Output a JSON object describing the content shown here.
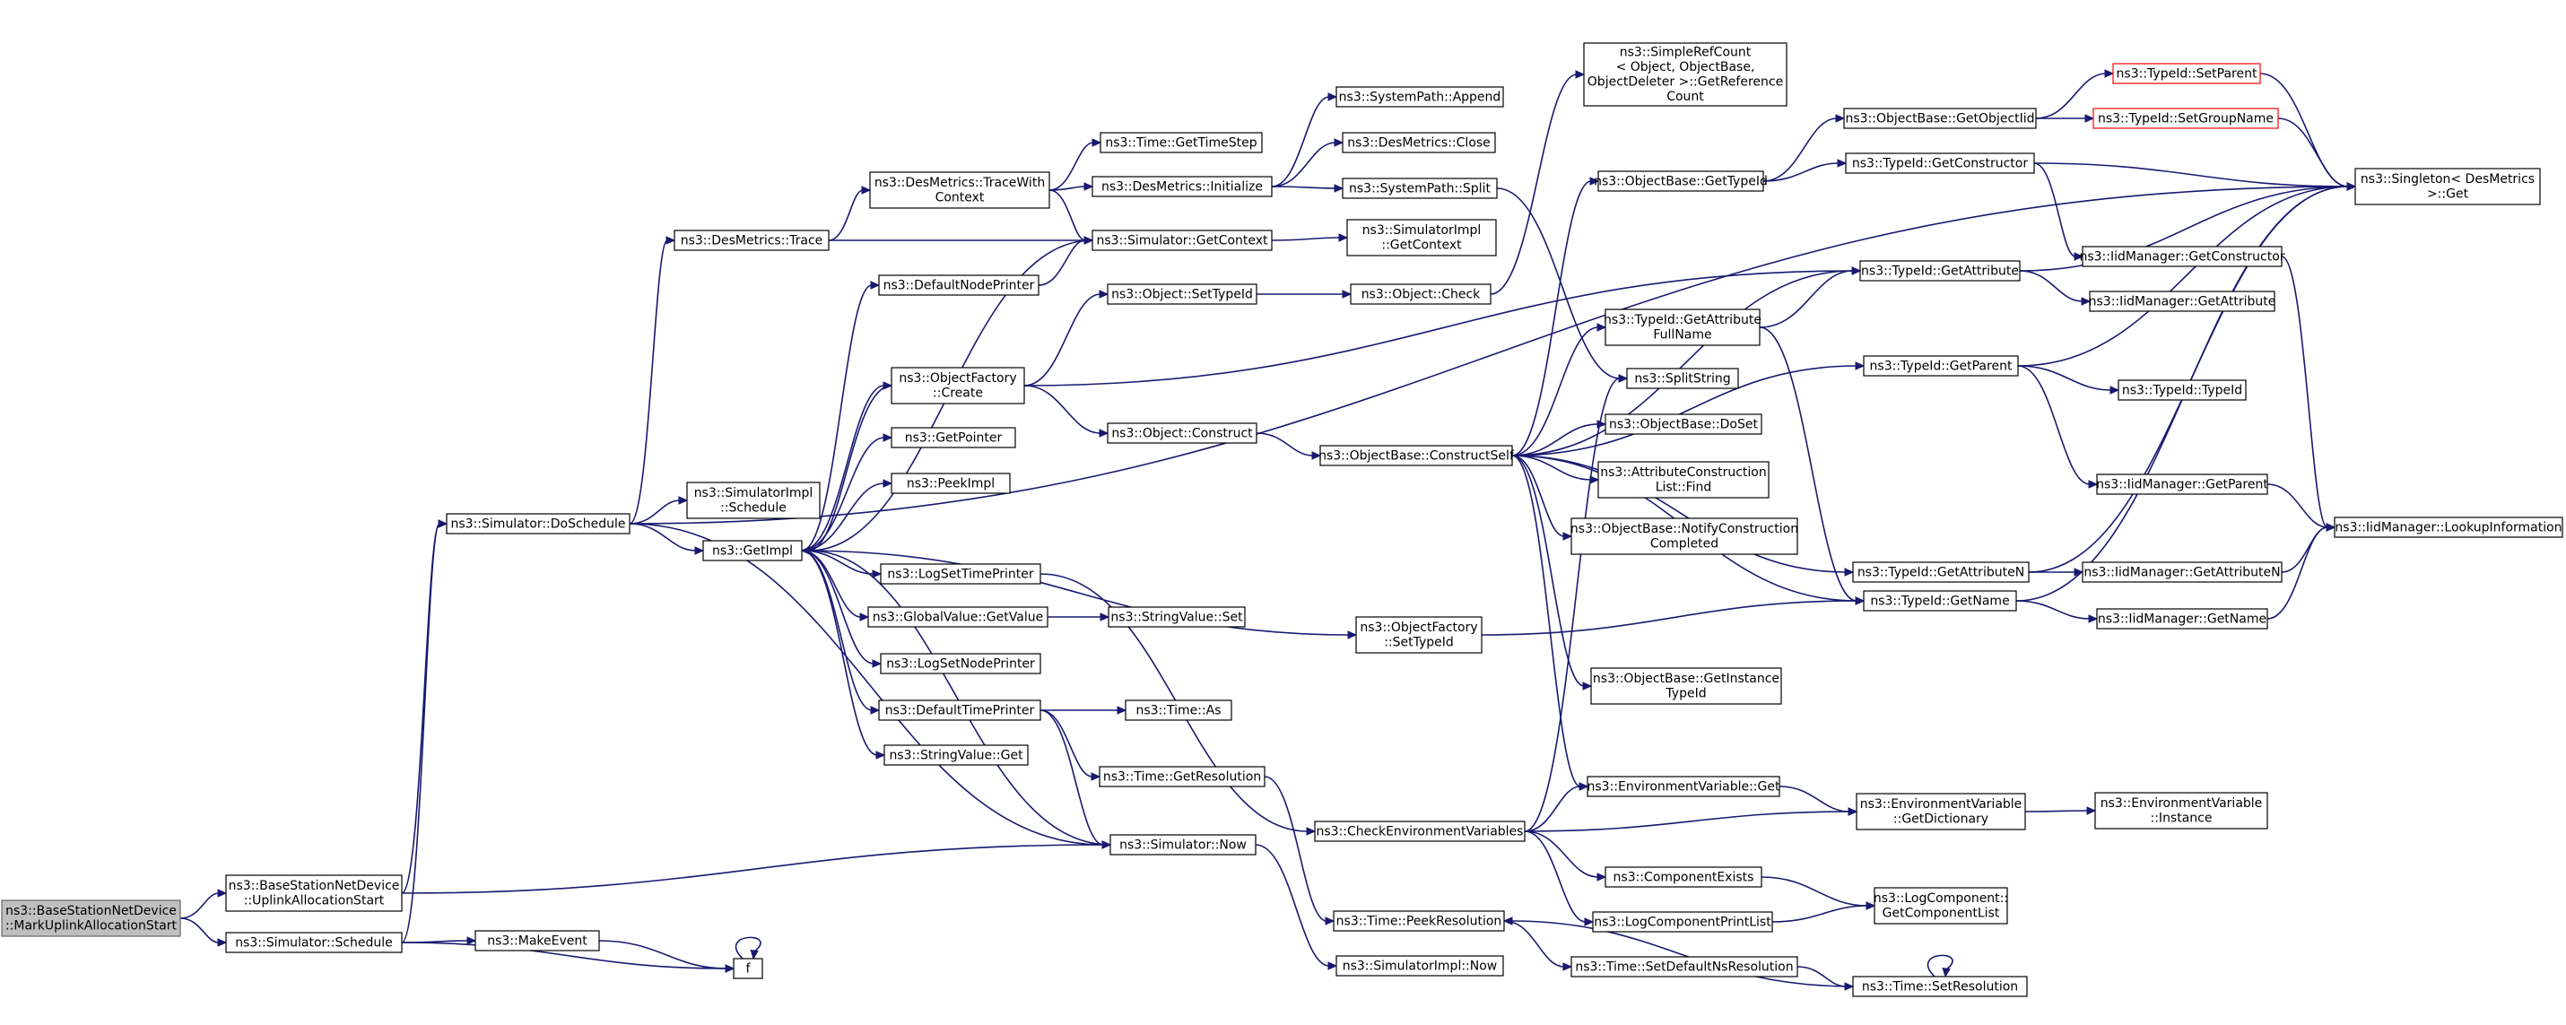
{
  "graph": {
    "colors": {
      "edge": "#191970",
      "border": "#000000",
      "highlight": "#ff0000",
      "root_fill": "#bfbfbf"
    },
    "nodes": [
      {
        "id": "root",
        "lines": [
          "ns3::BaseStationNetDevice",
          "::MarkUplinkAllocationStart"
        ],
        "style": "root"
      },
      {
        "id": "ulstart",
        "lines": [
          "ns3::BaseStationNetDevice",
          "::UplinkAllocationStart"
        ]
      },
      {
        "id": "simsched",
        "lines": [
          "ns3::Simulator::Schedule"
        ]
      },
      {
        "id": "makeevent",
        "lines": [
          "ns3::MakeEvent"
        ]
      },
      {
        "id": "f",
        "lines": [
          "f"
        ]
      },
      {
        "id": "doschedule",
        "lines": [
          "ns3::Simulator::DoSchedule"
        ]
      },
      {
        "id": "desmtrace",
        "lines": [
          "ns3::DesMetrics::Trace"
        ]
      },
      {
        "id": "simimplsched",
        "lines": [
          "ns3::SimulatorImpl",
          "::Schedule"
        ]
      },
      {
        "id": "getimpl",
        "lines": [
          "ns3::GetImpl"
        ]
      },
      {
        "id": "tracewithctx",
        "lines": [
          "ns3::DesMetrics::TraceWith",
          "Context"
        ]
      },
      {
        "id": "getcontext",
        "lines": [
          "ns3::Simulator::GetContext"
        ]
      },
      {
        "id": "timestep",
        "lines": [
          "ns3::Time::GetTimeStep"
        ]
      },
      {
        "id": "desinit",
        "lines": [
          "ns3::DesMetrics::Initialize"
        ]
      },
      {
        "id": "sysappend",
        "lines": [
          "ns3::SystemPath::Append"
        ]
      },
      {
        "id": "desclose",
        "lines": [
          "ns3::DesMetrics::Close"
        ]
      },
      {
        "id": "syssplit",
        "lines": [
          "ns3::SystemPath::Split"
        ]
      },
      {
        "id": "simimplctx",
        "lines": [
          "ns3::SimulatorImpl",
          "::GetContext"
        ]
      },
      {
        "id": "defnodeprinter",
        "lines": [
          "ns3::DefaultNodePrinter"
        ]
      },
      {
        "id": "setypeid",
        "lines": [
          "ns3::Object::SetTypeId"
        ]
      },
      {
        "id": "objcheck",
        "lines": [
          "ns3::Object::Check"
        ]
      },
      {
        "id": "objfactcreate",
        "lines": [
          "ns3::ObjectFactory",
          "::Create"
        ]
      },
      {
        "id": "objconstruct",
        "lines": [
          "ns3::Object::Construct"
        ]
      },
      {
        "id": "getpointer",
        "lines": [
          "ns3::GetPointer"
        ]
      },
      {
        "id": "peekimpl",
        "lines": [
          "ns3::PeekImpl"
        ]
      },
      {
        "id": "logsettime",
        "lines": [
          "ns3::LogSetTimePrinter"
        ]
      },
      {
        "id": "gvgetvalue",
        "lines": [
          "ns3::GlobalValue::GetValue"
        ]
      },
      {
        "id": "strvalset",
        "lines": [
          "ns3::StringValue::Set"
        ]
      },
      {
        "id": "logsetnode",
        "lines": [
          "ns3::LogSetNodePrinter"
        ]
      },
      {
        "id": "deftimeprinter",
        "lines": [
          "ns3::DefaultTimePrinter"
        ]
      },
      {
        "id": "timeas",
        "lines": [
          "ns3::Time::As"
        ]
      },
      {
        "id": "strvalget",
        "lines": [
          "ns3::StringValue::Get"
        ]
      },
      {
        "id": "getresolution",
        "lines": [
          "ns3::Time::GetResolution"
        ]
      },
      {
        "id": "simnow",
        "lines": [
          "ns3::Simulator::Now"
        ]
      },
      {
        "id": "simimplnow",
        "lines": [
          "ns3::SimulatorImpl::Now"
        ]
      },
      {
        "id": "peekres",
        "lines": [
          "ns3::Time::PeekResolution"
        ]
      },
      {
        "id": "checkenv",
        "lines": [
          "ns3::CheckEnvironmentVariables"
        ]
      },
      {
        "id": "objfactsettid",
        "lines": [
          "ns3::ObjectFactory",
          "::SetTypeId"
        ]
      },
      {
        "id": "simplerefcount",
        "lines": [
          "ns3::SimpleRefCount",
          "< Object, ObjectBase,",
          "ObjectDeleter >::GetReference",
          "Count"
        ]
      },
      {
        "id": "obgettid",
        "lines": [
          "ns3::ObjectBase::GetTypeId"
        ]
      },
      {
        "id": "tidgetattrfull",
        "lines": [
          "ns3::TypeId::GetAttribute",
          "FullName"
        ]
      },
      {
        "id": "splitstring",
        "lines": [
          "ns3::SplitString"
        ]
      },
      {
        "id": "constructself",
        "lines": [
          "ns3::ObjectBase::ConstructSelf"
        ]
      },
      {
        "id": "obdoset",
        "lines": [
          "ns3::ObjectBase::DoSet"
        ]
      },
      {
        "id": "acfind",
        "lines": [
          "ns3::AttributeConstruction",
          "List::Find"
        ]
      },
      {
        "id": "notifyconst",
        "lines": [
          "ns3::ObjectBase::NotifyConstruction",
          "Completed"
        ]
      },
      {
        "id": "getinsttid",
        "lines": [
          "ns3::ObjectBase::GetInstance",
          "TypeId"
        ]
      },
      {
        "id": "envget",
        "lines": [
          "ns3::EnvironmentVariable::Get"
        ]
      },
      {
        "id": "compexists",
        "lines": [
          "ns3::ComponentExists"
        ]
      },
      {
        "id": "logcompprint",
        "lines": [
          "ns3::LogComponentPrintList"
        ]
      },
      {
        "id": "setdefns",
        "lines": [
          "ns3::Time::SetDefaultNsResolution"
        ]
      },
      {
        "id": "getobjectiid",
        "lines": [
          "ns3::ObjectBase::GetObjectIid"
        ]
      },
      {
        "id": "tidgetctor",
        "lines": [
          "ns3::TypeId::GetConstructor"
        ]
      },
      {
        "id": "tidgetattr",
        "lines": [
          "ns3::TypeId::GetAttribute"
        ]
      },
      {
        "id": "tidgetparent",
        "lines": [
          "ns3::TypeId::GetParent"
        ]
      },
      {
        "id": "tidgetattrn",
        "lines": [
          "ns3::TypeId::GetAttributeN"
        ]
      },
      {
        "id": "tidgetname",
        "lines": [
          "ns3::TypeId::GetName"
        ]
      },
      {
        "id": "envgetdict",
        "lines": [
          "ns3::EnvironmentVariable",
          "::GetDictionary"
        ]
      },
      {
        "id": "logcompgetlist",
        "lines": [
          "ns3::LogComponent::",
          "GetComponentList"
        ]
      },
      {
        "id": "timesetres",
        "lines": [
          "ns3::Time::SetResolution"
        ]
      },
      {
        "id": "tidsetparent",
        "lines": [
          "ns3::TypeId::SetParent"
        ],
        "style": "hl"
      },
      {
        "id": "tidsetgroup",
        "lines": [
          "ns3::TypeId::SetGroupName"
        ],
        "style": "hl"
      },
      {
        "id": "iidgetctor",
        "lines": [
          "ns3::IidManager::GetConstructor"
        ]
      },
      {
        "id": "iidgetattr",
        "lines": [
          "ns3::IidManager::GetAttribute"
        ]
      },
      {
        "id": "tidtypeid",
        "lines": [
          "ns3::TypeId::TypeId"
        ]
      },
      {
        "id": "iidgetparent",
        "lines": [
          "ns3::IidManager::GetParent"
        ]
      },
      {
        "id": "iidgetattrn",
        "lines": [
          "ns3::IidManager::GetAttributeN"
        ]
      },
      {
        "id": "iidgetname",
        "lines": [
          "ns3::IidManager::GetName"
        ]
      },
      {
        "id": "envinstance",
        "lines": [
          "ns3::EnvironmentVariable",
          "::Instance"
        ]
      },
      {
        "id": "singleton",
        "lines": [
          "ns3::Singleton< DesMetrics",
          ">::Get"
        ]
      },
      {
        "id": "iidlookup",
        "lines": [
          "ns3::IidManager::LookupInformation"
        ]
      }
    ],
    "edges": [
      [
        "root",
        "ulstart"
      ],
      [
        "root",
        "simsched"
      ],
      [
        "ulstart",
        "doschedule"
      ],
      [
        "ulstart",
        "simnow"
      ],
      [
        "simsched",
        "doschedule"
      ],
      [
        "simsched",
        "makeevent"
      ],
      [
        "simsched",
        "f"
      ],
      [
        "makeevent",
        "f"
      ],
      [
        "f",
        "f"
      ],
      [
        "doschedule",
        "desmtrace"
      ],
      [
        "doschedule",
        "simimplsched"
      ],
      [
        "doschedule",
        "getimpl"
      ],
      [
        "doschedule",
        "simnow"
      ],
      [
        "doschedule",
        "singleton"
      ],
      [
        "desmtrace",
        "tracewithctx"
      ],
      [
        "desmtrace",
        "getcontext"
      ],
      [
        "tracewithctx",
        "timestep"
      ],
      [
        "tracewithctx",
        "desinit"
      ],
      [
        "tracewithctx",
        "getcontext"
      ],
      [
        "desinit",
        "sysappend"
      ],
      [
        "desinit",
        "desclose"
      ],
      [
        "desinit",
        "syssplit"
      ],
      [
        "syssplit",
        "splitstring"
      ],
      [
        "getcontext",
        "simimplctx"
      ],
      [
        "getcontext",
        "getimpl"
      ],
      [
        "getimpl",
        "defnodeprinter"
      ],
      [
        "getimpl",
        "objfactcreate"
      ],
      [
        "getimpl",
        "getpointer"
      ],
      [
        "getimpl",
        "peekimpl"
      ],
      [
        "getimpl",
        "logsettime"
      ],
      [
        "getimpl",
        "gvgetvalue"
      ],
      [
        "getimpl",
        "logsetnode"
      ],
      [
        "getimpl",
        "deftimeprinter"
      ],
      [
        "getimpl",
        "strvalget"
      ],
      [
        "getimpl",
        "objfactsettid"
      ],
      [
        "defnodeprinter",
        "getcontext"
      ],
      [
        "objfactcreate",
        "setypeid"
      ],
      [
        "objfactcreate",
        "objconstruct"
      ],
      [
        "objfactcreate",
        "getimpl"
      ],
      [
        "objfactcreate",
        "tidgetattr"
      ],
      [
        "setypeid",
        "objcheck"
      ],
      [
        "objcheck",
        "simplerefcount"
      ],
      [
        "objconstruct",
        "constructself"
      ],
      [
        "gvgetvalue",
        "strvalset"
      ],
      [
        "logsettime",
        "checkenv"
      ],
      [
        "deftimeprinter",
        "timeas"
      ],
      [
        "deftimeprinter",
        "getresolution"
      ],
      [
        "deftimeprinter",
        "simnow"
      ],
      [
        "getresolution",
        "peekres"
      ],
      [
        "simnow",
        "getimpl"
      ],
      [
        "simnow",
        "simimplnow"
      ],
      [
        "checkenv",
        "splitstring"
      ],
      [
        "checkenv",
        "envgetdict"
      ],
      [
        "checkenv",
        "compexists"
      ],
      [
        "checkenv",
        "logcompprint"
      ],
      [
        "checkenv",
        "envget"
      ],
      [
        "objfactsettid",
        "tidgetname"
      ],
      [
        "constructself",
        "obgettid"
      ],
      [
        "constructself",
        "tidgetattr"
      ],
      [
        "constructself",
        "tidgetattrfull"
      ],
      [
        "constructself",
        "tidgetparent"
      ],
      [
        "constructself",
        "obdoset"
      ],
      [
        "constructself",
        "acfind"
      ],
      [
        "constructself",
        "notifyconst"
      ],
      [
        "constructself",
        "tidgetattrn"
      ],
      [
        "constructself",
        "tidgetname"
      ],
      [
        "constructself",
        "getinsttid"
      ],
      [
        "constructself",
        "envget"
      ],
      [
        "obgettid",
        "getobjectiid"
      ],
      [
        "obgettid",
        "tidgetctor"
      ],
      [
        "getobjectiid",
        "tidsetparent"
      ],
      [
        "getobjectiid",
        "tidsetgroup"
      ],
      [
        "tidsetparent",
        "singleton"
      ],
      [
        "tidsetgroup",
        "singleton"
      ],
      [
        "tidgetctor",
        "singleton"
      ],
      [
        "tidgetctor",
        "iidgetctor"
      ],
      [
        "iidgetctor",
        "iidlookup"
      ],
      [
        "tidgetattrfull",
        "tidgetattr"
      ],
      [
        "tidgetattrfull",
        "tidgetname"
      ],
      [
        "tidgetattr",
        "singleton"
      ],
      [
        "tidgetattr",
        "iidgetattr"
      ],
      [
        "tidgetparent",
        "singleton"
      ],
      [
        "tidgetparent",
        "tidtypeid"
      ],
      [
        "tidgetparent",
        "iidgetparent"
      ],
      [
        "iidgetparent",
        "iidlookup"
      ],
      [
        "tidgetattrn",
        "singleton"
      ],
      [
        "tidgetattrn",
        "iidgetattrn"
      ],
      [
        "iidgetattrn",
        "iidlookup"
      ],
      [
        "tidgetname",
        "singleton"
      ],
      [
        "tidgetname",
        "iidgetname"
      ],
      [
        "iidgetname",
        "iidlookup"
      ],
      [
        "envget",
        "envgetdict"
      ],
      [
        "envgetdict",
        "envinstance"
      ],
      [
        "compexists",
        "logcompgetlist"
      ],
      [
        "logcompprint",
        "logcompgetlist"
      ],
      [
        "peekres",
        "setdefns"
      ],
      [
        "setdefns",
        "timesetres"
      ],
      [
        "timesetres",
        "peekres"
      ],
      [
        "timesetres",
        "timesetres"
      ]
    ]
  }
}
